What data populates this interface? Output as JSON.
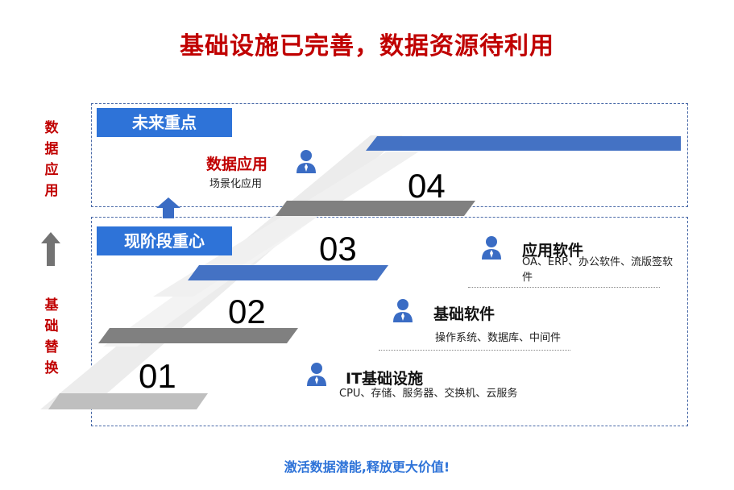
{
  "title": "基础设施已完善，数据资源待利用",
  "side_labels": {
    "top": "数据应用",
    "bottom": "基础替换"
  },
  "tags": {
    "future": "未来重点",
    "current": "现阶段重心"
  },
  "steps": [
    "01",
    "02",
    "03",
    "04"
  ],
  "items": {
    "data_app": {
      "title": "数据应用",
      "desc": "场景化应用"
    },
    "app_software": {
      "title": "应用软件",
      "desc": "OA、ERP、办公软件、流版签软件"
    },
    "base_software": {
      "title": "基础软件",
      "desc": "操作系统、数据库、中间件"
    },
    "it_infra": {
      "title": "IT基础设施",
      "desc": "CPU、存储、服务器、交换机、云服务"
    }
  },
  "icons": {
    "person": "person-icon",
    "up_arrow": "up-arrow-icon"
  },
  "colors": {
    "red": "#c00000",
    "blue": "#2e73d8",
    "gray": "#808080"
  },
  "footer": "激活数据潜能,释放更大价值!"
}
